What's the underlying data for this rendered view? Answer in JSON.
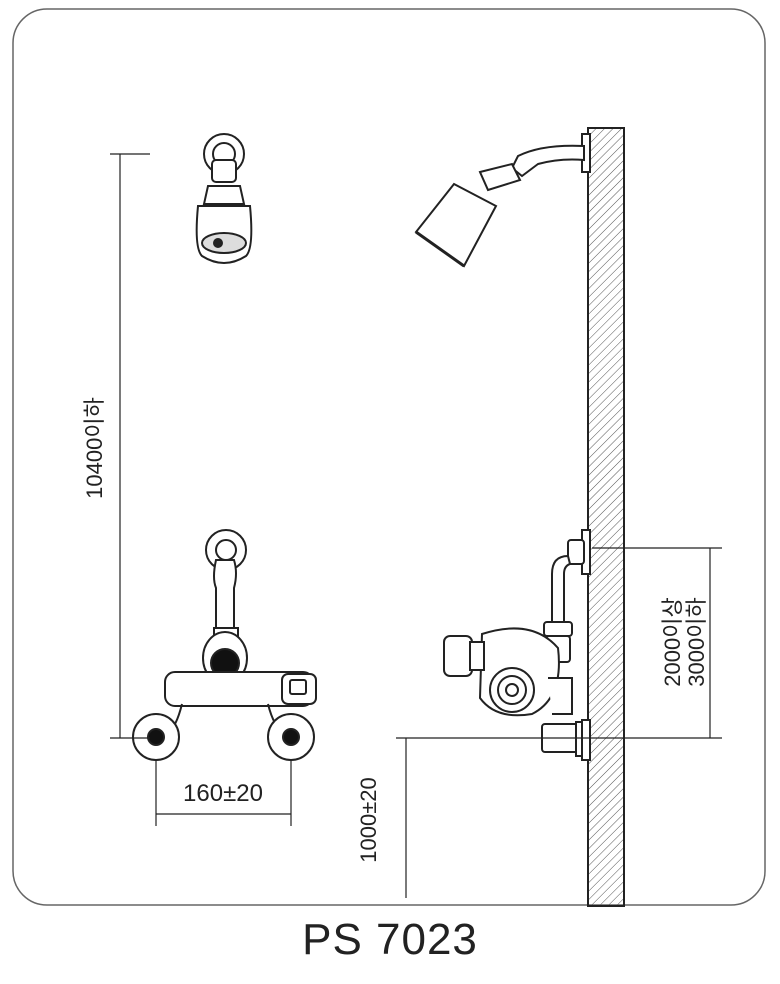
{
  "dimensions": {
    "total_height": "10400이하",
    "mixer_width": "160±20",
    "mount_height": "1000±20",
    "range_min": "2000이상",
    "range_max": "3000이하"
  },
  "model": "PS 7023"
}
